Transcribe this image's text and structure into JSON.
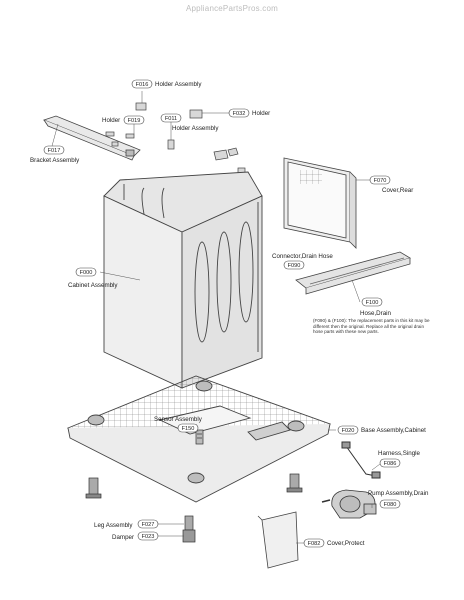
{
  "watermark": "AppliancePartsPros.com",
  "callouts": [
    {
      "id": "c016",
      "code": "F016",
      "name": "Holder Assembly"
    },
    {
      "id": "c032",
      "code": "F032",
      "name": "Holder"
    },
    {
      "id": "c019",
      "code": "F019",
      "name": "Holder"
    },
    {
      "id": "c011",
      "code": "F011",
      "name": "Holder Assembly"
    },
    {
      "id": "c017",
      "code": "F017",
      "name": "Bracket Assembly"
    },
    {
      "id": "c070",
      "code": "F070",
      "name": "Cover,Rear"
    },
    {
      "id": "c090",
      "code": "F090",
      "name": "Connector,Drain Hose"
    },
    {
      "id": "c000",
      "code": "F000",
      "name": "Cabinet Assembly"
    },
    {
      "id": "c100",
      "code": "F100",
      "name": "Hose,Drain"
    },
    {
      "id": "c150",
      "code": "F150",
      "name": "Sensor Assembly"
    },
    {
      "id": "c020",
      "code": "F020",
      "name": "Base Assembly,Cabinet"
    },
    {
      "id": "c086",
      "code": "F086",
      "name": "Harness,Single"
    },
    {
      "id": "c080",
      "code": "F080",
      "name": "Pump Assembly,Drain"
    },
    {
      "id": "c027",
      "code": "F027",
      "name": "Leg Assembly"
    },
    {
      "id": "c023",
      "code": "F023",
      "name": "Damper"
    },
    {
      "id": "c082",
      "code": "F082",
      "name": "Cover,Protect"
    }
  ],
  "note": "(F090) & (F100): The replacement parts in this kit may be different then the original. Replace all the original drain hose parts with these new parts."
}
